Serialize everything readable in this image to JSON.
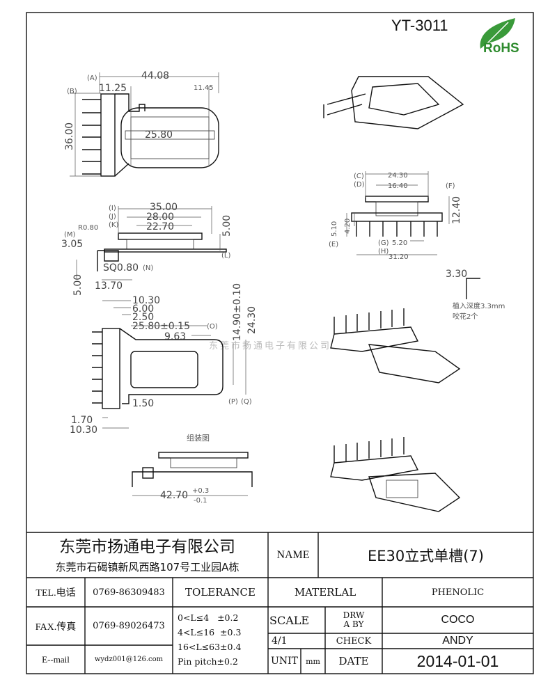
{
  "header": {
    "part_no": "YT-3011",
    "rohs_logo": "RoHS"
  },
  "drawing": {
    "top_view": {
      "A": "(A)",
      "B": "(B)",
      "w_total": "44.08",
      "w_left": "11.25",
      "w_right": "11.45",
      "inner": "25.80",
      "height": "36.00"
    },
    "side_view": {
      "I": "(I)",
      "J": "(J)",
      "K": "(K)",
      "L": "(L)",
      "M": "(M)",
      "N": "(N)",
      "d1": "35.00",
      "d2": "28.00",
      "d3": "22.70",
      "h": "5.00",
      "r": "R0.80",
      "m": "3.05",
      "pin": "SQ0.80",
      "pin_len": "5.00",
      "off": "13.70"
    },
    "front_view": {
      "C": "(C)",
      "D": "(D)",
      "E": "(E)",
      "F": "(F)",
      "G": "(G)",
      "H": "(H)",
      "w1": "24.30",
      "w2": "16.40",
      "h": "12.40",
      "e1": "5.10",
      "e2": "4.20",
      "pitch": "5.20",
      "span": "31.20"
    },
    "pin_detail": {
      "dim": "3.30",
      "note1": "植入深度3.3mm",
      "note2": "咬花2个"
    },
    "bottom_view": {
      "d1": "10.30",
      "d2": "6.00",
      "d3": "2.50",
      "d4": "25.80±0.15",
      "O": "(O)",
      "d5": "9.63",
      "h1": "14.90±0.10",
      "h2": "24.30",
      "P": "(P)",
      "Q": "(Q)",
      "d6": "1.50",
      "d7": "1.70",
      "d8": "10.30"
    },
    "assembly": {
      "title": "组装图",
      "width": "42.70",
      "tol_plus": "+0.3",
      "tol_minus": "-0.1"
    },
    "watermark": "东莞市扬通电子有限公司"
  },
  "title_block": {
    "company": "东莞市扬通电子有限公司",
    "address": "东莞市石碣镇新风西路107号工业园A栋",
    "name_label": "NAME",
    "name_value": "EE30立式单槽(7)",
    "tel_label": "TEL.电话",
    "tel_value": "0769-86309483",
    "fax_label": "FAX.传真",
    "fax_value": "0769-89026473",
    "email_label": "E--mail",
    "email_value": "wydz001@126.com",
    "tolerance_label": "TOLERANCE",
    "tolerances": [
      "0<L≤4   ±0.2",
      "4<L≤16  ±0.3",
      "16<L≤63±0.4",
      "Pin pitch±0.2"
    ],
    "material_label": "MATERLAL",
    "material_value": "PHENOLIC",
    "scale_label": "SCALE",
    "scale_value": "4/1",
    "drawn_label": "DRWA BY",
    "drawn_value": "COCO",
    "check_label": "CHECK",
    "check_value": "ANDY",
    "unit_label": "UNIT",
    "unit_value": "mm",
    "date_label": "DATE",
    "date_value": "2014-01-01"
  }
}
